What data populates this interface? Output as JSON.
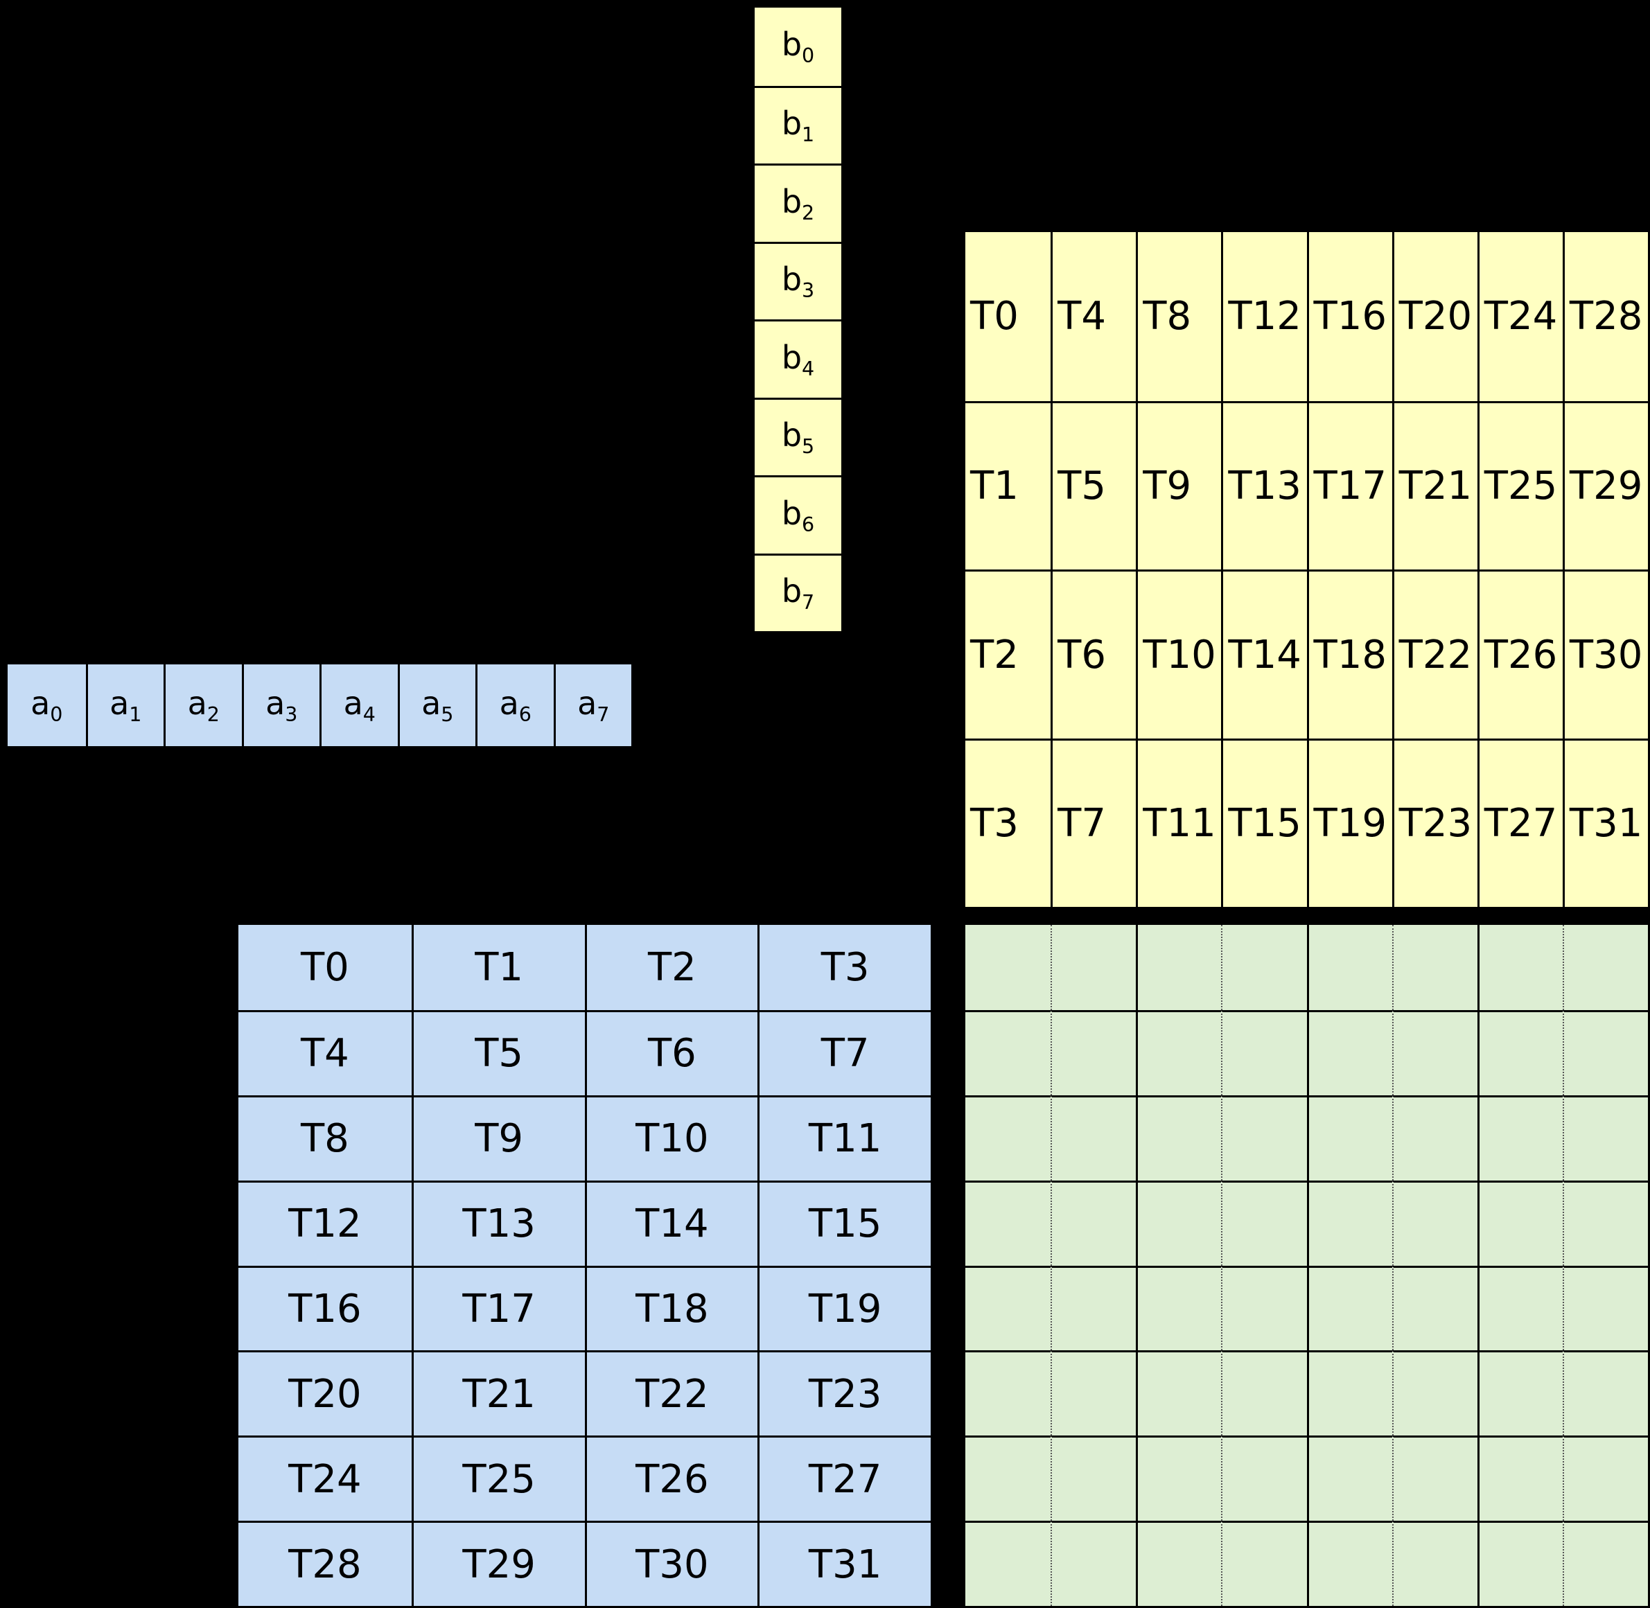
{
  "colors": {
    "background": "#000000",
    "border": "#000000",
    "yellow_fill": "#ffffc2",
    "blue_fill": "#c6dcf5",
    "green_fill": "#ddeed3",
    "grid_dotted": "#555555"
  },
  "b_vector": {
    "cells": [
      {
        "base": "b",
        "sub": "0"
      },
      {
        "base": "b",
        "sub": "1"
      },
      {
        "base": "b",
        "sub": "2"
      },
      {
        "base": "b",
        "sub": "3"
      },
      {
        "base": "b",
        "sub": "4"
      },
      {
        "base": "b",
        "sub": "5"
      },
      {
        "base": "b",
        "sub": "6"
      },
      {
        "base": "b",
        "sub": "7"
      }
    ]
  },
  "a_vector": {
    "cells": [
      {
        "base": "a",
        "sub": "0"
      },
      {
        "base": "a",
        "sub": "1"
      },
      {
        "base": "a",
        "sub": "2"
      },
      {
        "base": "a",
        "sub": "3"
      },
      {
        "base": "a",
        "sub": "4"
      },
      {
        "base": "a",
        "sub": "5"
      },
      {
        "base": "a",
        "sub": "6"
      },
      {
        "base": "a",
        "sub": "7"
      }
    ]
  },
  "b_thread_grid": {
    "rows": [
      [
        "T0",
        "T4",
        "T8",
        "T12",
        "T16",
        "T20",
        "T24",
        "T28"
      ],
      [
        "T1",
        "T5",
        "T9",
        "T13",
        "T17",
        "T21",
        "T25",
        "T29"
      ],
      [
        "T2",
        "T6",
        "T10",
        "T14",
        "T18",
        "T22",
        "T26",
        "T30"
      ],
      [
        "T3",
        "T7",
        "T11",
        "T15",
        "T19",
        "T23",
        "T27",
        "T31"
      ]
    ]
  },
  "a_thread_grid": {
    "rows": [
      [
        "T0",
        "T1",
        "T2",
        "T3"
      ],
      [
        "T4",
        "T5",
        "T6",
        "T7"
      ],
      [
        "T8",
        "T9",
        "T10",
        "T11"
      ],
      [
        "T12",
        "T13",
        "T14",
        "T15"
      ],
      [
        "T16",
        "T17",
        "T18",
        "T19"
      ],
      [
        "T20",
        "T21",
        "T22",
        "T23"
      ],
      [
        "T24",
        "T25",
        "T26",
        "T27"
      ],
      [
        "T28",
        "T29",
        "T30",
        "T31"
      ]
    ]
  },
  "result_grid": {
    "rows": 8,
    "cols": 8
  }
}
